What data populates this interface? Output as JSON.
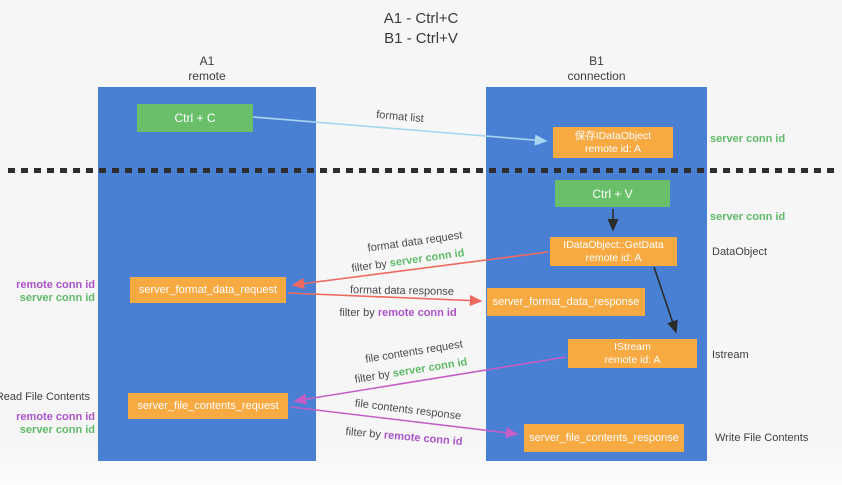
{
  "title": {
    "line1": "A1 - Ctrl+C",
    "line2": "B1 - Ctrl+V"
  },
  "lanes": {
    "a1": {
      "name": "A1",
      "subtitle": "remote"
    },
    "b1": {
      "name": "B1",
      "subtitle": "connection"
    }
  },
  "nodes": {
    "ctrl_c": {
      "label": "Ctrl + C"
    },
    "save_idataobject": {
      "line1": "保存IDataObject",
      "line2": "remote id: A"
    },
    "ctrl_v": {
      "label": "Ctrl + V"
    },
    "getdata": {
      "line1": "IDataObject::GetData",
      "line2": "remote id: A"
    },
    "format_request": {
      "label": "server_format_data_request"
    },
    "format_response": {
      "label": "server_format_data_response"
    },
    "istream": {
      "line1": "IStream",
      "line2": "remote id: A"
    },
    "file_request": {
      "label": "server_file_contents_request"
    },
    "file_response": {
      "label": "server_file_contents_response"
    }
  },
  "edges": {
    "format_list": {
      "label": "format list"
    },
    "format_data_request": {
      "label": "format data request",
      "filter_prefix": "filter by",
      "filter_key": "server conn id"
    },
    "format_data_response": {
      "label": "format data response",
      "filter_prefix": "filter by",
      "filter_key": "remote conn id"
    },
    "file_contents_request": {
      "label": "file contents request",
      "filter_prefix": "filter by",
      "filter_key": "server conn id"
    },
    "file_contents_response": {
      "label": "file contents response",
      "filter_prefix": "filter by",
      "filter_key": "remote conn id"
    }
  },
  "annotations": {
    "right": [
      {
        "text": "server conn id"
      },
      {
        "text": "server conn id"
      },
      {
        "text": "DataObject"
      },
      {
        "text": "Istream"
      },
      {
        "text": "Write File Contents"
      }
    ],
    "left": {
      "format_remote": "remote conn id",
      "format_server": "server conn id",
      "read_file_contents": "Read File Contents",
      "file_remote": "remote conn id",
      "file_server": "server conn id"
    }
  },
  "colors": {
    "lane_blue": "#4a80d4",
    "node_green": "#6abf6b",
    "node_orange": "#f7a942",
    "arrow_red": "#ee6a60",
    "arrow_magenta": "#c45ec6",
    "arrow_lightblue": "#a5d6f2",
    "arrow_black": "#2b2b2b",
    "text_dark": "#3c3c3c",
    "conn_id_green": "#5fba68",
    "conn_id_purple": "#ab53c8"
  }
}
